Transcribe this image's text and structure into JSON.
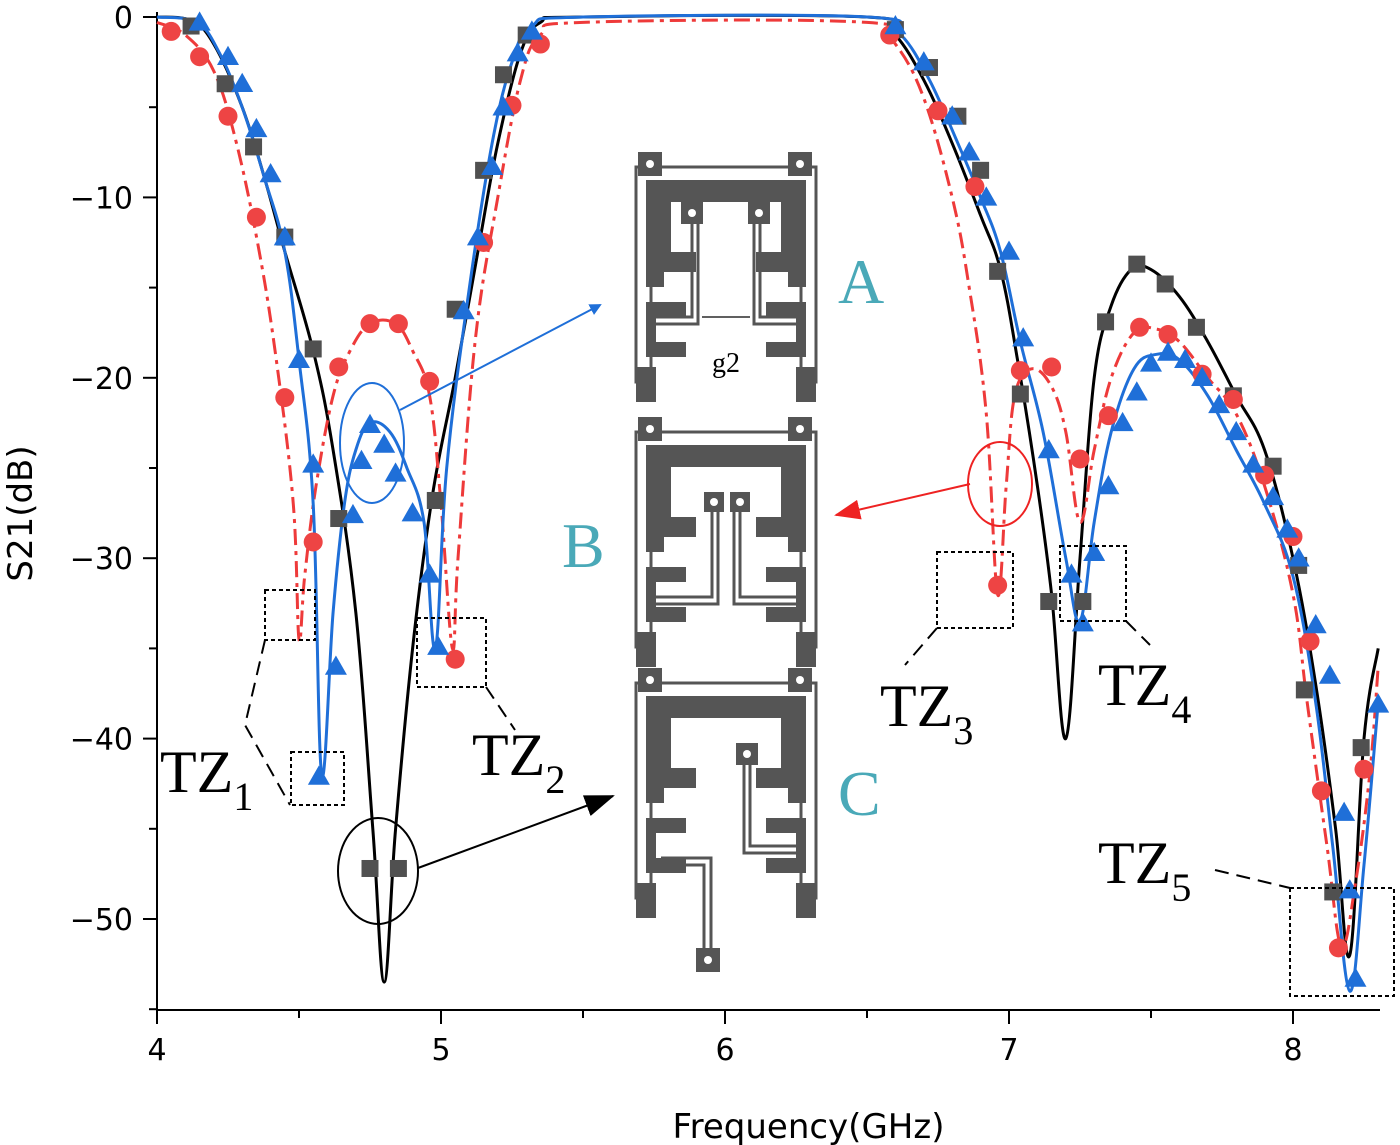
{
  "chart_data": {
    "type": "line",
    "xlabel": "Frequency(GHz)",
    "ylabel": "S21(dB)",
    "xlim": [
      4,
      8.3
    ],
    "ylim": [
      -55,
      0
    ],
    "xticks": [
      4,
      5,
      6,
      7,
      8
    ],
    "yticks": [
      0,
      -10,
      -20,
      -30,
      -40,
      -50
    ],
    "grid": false,
    "series": [
      {
        "color": "#000000",
        "marker": "square",
        "marker_color": "#505050",
        "line": "solid",
        "curve": [
          [
            4.0,
            0
          ],
          [
            4.12,
            -0.2
          ],
          [
            4.2,
            -1.5
          ],
          [
            4.3,
            -5
          ],
          [
            4.38,
            -9
          ],
          [
            4.45,
            -13
          ],
          [
            4.55,
            -18.5
          ],
          [
            4.62,
            -24
          ],
          [
            4.7,
            -33
          ],
          [
            4.76,
            -45
          ],
          [
            4.8,
            -53.5
          ],
          [
            4.84,
            -45
          ],
          [
            4.9,
            -35
          ],
          [
            4.97,
            -26.5
          ],
          [
            5.05,
            -20
          ],
          [
            5.13,
            -13
          ],
          [
            5.2,
            -7
          ],
          [
            5.28,
            -2
          ],
          [
            5.35,
            -0.3
          ],
          [
            5.5,
            0
          ],
          [
            6.5,
            0
          ],
          [
            6.6,
            -1
          ],
          [
            6.7,
            -3.5
          ],
          [
            6.8,
            -7
          ],
          [
            6.9,
            -11
          ],
          [
            6.97,
            -14
          ],
          [
            7.03,
            -19
          ],
          [
            7.1,
            -26
          ],
          [
            7.15,
            -32
          ],
          [
            7.2,
            -40
          ],
          [
            7.25,
            -30
          ],
          [
            7.3,
            -20
          ],
          [
            7.36,
            -16
          ],
          [
            7.43,
            -14
          ],
          [
            7.5,
            -14
          ],
          [
            7.6,
            -15.5
          ],
          [
            7.7,
            -18
          ],
          [
            7.8,
            -21
          ],
          [
            7.9,
            -24
          ],
          [
            8.0,
            -30
          ],
          [
            8.08,
            -37
          ],
          [
            8.15,
            -45
          ],
          [
            8.2,
            -52
          ],
          [
            8.25,
            -40
          ],
          [
            8.3,
            -35
          ]
        ],
        "points": [
          [
            4.12,
            -0.5
          ],
          [
            4.24,
            -3.7
          ],
          [
            4.34,
            -7.2
          ],
          [
            4.45,
            -12.2
          ],
          [
            4.55,
            -18.4
          ],
          [
            4.64,
            -27.8
          ],
          [
            4.75,
            -47.2
          ],
          [
            4.85,
            -47.2
          ],
          [
            4.98,
            -26.8
          ],
          [
            5.05,
            -16.2
          ],
          [
            5.15,
            -8.5
          ],
          [
            5.22,
            -3.2
          ],
          [
            5.3,
            -1.0
          ],
          [
            6.6,
            -0.7
          ],
          [
            6.72,
            -2.8
          ],
          [
            6.82,
            -5.5
          ],
          [
            6.9,
            -8.5
          ],
          [
            6.96,
            -14.1
          ],
          [
            7.04,
            -20.9
          ],
          [
            7.14,
            -32.4
          ],
          [
            7.26,
            -32.4
          ],
          [
            7.34,
            -16.9
          ],
          [
            7.45,
            -13.7
          ],
          [
            7.55,
            -14.8
          ],
          [
            7.66,
            -17.2
          ],
          [
            7.79,
            -21.0
          ],
          [
            7.93,
            -24.9
          ],
          [
            8.02,
            -30.4
          ],
          [
            8.04,
            -37.3
          ],
          [
            8.14,
            -48.5
          ],
          [
            8.24,
            -40.5
          ]
        ]
      },
      {
        "color": "#ee3a3a",
        "marker": "circle",
        "marker_color": "#ee4444",
        "line": "dashdot",
        "curve": [
          [
            4.0,
            -0.3
          ],
          [
            4.1,
            -1
          ],
          [
            4.2,
            -3
          ],
          [
            4.28,
            -7
          ],
          [
            4.36,
            -13
          ],
          [
            4.42,
            -19
          ],
          [
            4.48,
            -27
          ],
          [
            4.5,
            -34.5
          ],
          [
            4.52,
            -31
          ],
          [
            4.56,
            -26
          ],
          [
            4.62,
            -21
          ],
          [
            4.68,
            -18.5
          ],
          [
            4.75,
            -17
          ],
          [
            4.84,
            -17
          ],
          [
            4.9,
            -18.5
          ],
          [
            4.96,
            -21
          ],
          [
            5.0,
            -27
          ],
          [
            5.04,
            -35
          ],
          [
            5.06,
            -30
          ],
          [
            5.12,
            -18
          ],
          [
            5.2,
            -10
          ],
          [
            5.28,
            -3.5
          ],
          [
            5.35,
            -1
          ],
          [
            5.5,
            -0.3
          ],
          [
            6.5,
            -0.3
          ],
          [
            6.6,
            -1.5
          ],
          [
            6.7,
            -4.5
          ],
          [
            6.8,
            -10
          ],
          [
            6.86,
            -15
          ],
          [
            6.92,
            -22
          ],
          [
            6.96,
            -32
          ],
          [
            6.99,
            -26
          ],
          [
            7.02,
            -21
          ],
          [
            7.08,
            -19.5
          ],
          [
            7.15,
            -20.5
          ],
          [
            7.2,
            -23
          ],
          [
            7.25,
            -28
          ],
          [
            7.3,
            -24
          ],
          [
            7.36,
            -20
          ],
          [
            7.44,
            -17.5
          ],
          [
            7.52,
            -17.3
          ],
          [
            7.6,
            -18
          ],
          [
            7.7,
            -20
          ],
          [
            7.8,
            -22
          ],
          [
            7.9,
            -26
          ],
          [
            8.0,
            -32
          ],
          [
            8.05,
            -38
          ],
          [
            8.12,
            -46
          ],
          [
            8.17,
            -51.5
          ],
          [
            8.22,
            -48
          ],
          [
            8.27,
            -42
          ],
          [
            8.3,
            -36
          ]
        ],
        "points": [
          [
            4.05,
            -0.8
          ],
          [
            4.15,
            -2.2
          ],
          [
            4.25,
            -5.5
          ],
          [
            4.35,
            -11.1
          ],
          [
            4.45,
            -21.1
          ],
          [
            4.55,
            -29.1
          ],
          [
            4.64,
            -19.4
          ],
          [
            4.75,
            -17.0
          ],
          [
            4.85,
            -17.0
          ],
          [
            4.96,
            -20.2
          ],
          [
            5.05,
            -35.6
          ],
          [
            5.15,
            -12.5
          ],
          [
            5.25,
            -4.9
          ],
          [
            5.35,
            -1.5
          ],
          [
            6.58,
            -1.0
          ],
          [
            6.75,
            -5.2
          ],
          [
            6.88,
            -9.4
          ],
          [
            6.96,
            -31.5
          ],
          [
            7.04,
            -19.6
          ],
          [
            7.15,
            -19.4
          ],
          [
            7.25,
            -24.5
          ],
          [
            7.35,
            -22.1
          ],
          [
            7.46,
            -17.2
          ],
          [
            7.56,
            -17.6
          ],
          [
            7.68,
            -19.8
          ],
          [
            7.79,
            -21.2
          ],
          [
            7.9,
            -25.4
          ],
          [
            8.0,
            -28.8
          ],
          [
            8.06,
            -34.6
          ],
          [
            8.1,
            -42.9
          ],
          [
            8.16,
            -51.6
          ],
          [
            8.25,
            -41.7
          ]
        ]
      },
      {
        "color": "#1f6fd8",
        "marker": "triangle",
        "marker_color": "#1f6fd8",
        "line": "solid",
        "curve": [
          [
            4.0,
            0
          ],
          [
            4.14,
            -0.3
          ],
          [
            4.22,
            -2
          ],
          [
            4.3,
            -5
          ],
          [
            4.38,
            -9
          ],
          [
            4.45,
            -13
          ],
          [
            4.5,
            -19
          ],
          [
            4.55,
            -27
          ],
          [
            4.58,
            -42
          ],
          [
            4.62,
            -33
          ],
          [
            4.66,
            -27
          ],
          [
            4.7,
            -24
          ],
          [
            4.75,
            -22.5
          ],
          [
            4.82,
            -23
          ],
          [
            4.88,
            -25
          ],
          [
            4.94,
            -28
          ],
          [
            4.98,
            -35
          ],
          [
            5.02,
            -25
          ],
          [
            5.1,
            -15
          ],
          [
            5.18,
            -7
          ],
          [
            5.25,
            -2.5
          ],
          [
            5.32,
            -0.5
          ],
          [
            5.5,
            0
          ],
          [
            6.5,
            0
          ],
          [
            6.62,
            -1
          ],
          [
            6.72,
            -3.5
          ],
          [
            6.82,
            -7
          ],
          [
            6.9,
            -10
          ],
          [
            6.97,
            -13
          ],
          [
            7.04,
            -18
          ],
          [
            7.12,
            -23
          ],
          [
            7.2,
            -30
          ],
          [
            7.25,
            -33.5
          ],
          [
            7.3,
            -28
          ],
          [
            7.36,
            -23
          ],
          [
            7.44,
            -19.5
          ],
          [
            7.52,
            -18.7
          ],
          [
            7.6,
            -19
          ],
          [
            7.7,
            -21
          ],
          [
            7.8,
            -24
          ],
          [
            7.9,
            -27
          ],
          [
            8.0,
            -31
          ],
          [
            8.08,
            -38
          ],
          [
            8.14,
            -46
          ],
          [
            8.2,
            -54
          ],
          [
            8.25,
            -47
          ],
          [
            8.3,
            -38
          ]
        ],
        "points": [
          [
            4.15,
            -0.3
          ],
          [
            4.25,
            -2.2
          ],
          [
            4.3,
            -3.7
          ],
          [
            4.35,
            -6.2
          ],
          [
            4.4,
            -8.7
          ],
          [
            4.45,
            -12.2
          ],
          [
            4.5,
            -19
          ],
          [
            4.55,
            -24.8
          ],
          [
            4.57,
            -42.1
          ],
          [
            4.63,
            -36.0
          ],
          [
            4.69,
            -27.6
          ],
          [
            4.72,
            -24.6
          ],
          [
            4.75,
            -22.6
          ],
          [
            4.8,
            -23.7
          ],
          [
            4.84,
            -25.3
          ],
          [
            4.9,
            -27.5
          ],
          [
            4.96,
            -30.9
          ],
          [
            4.99,
            -34.9
          ],
          [
            5.08,
            -16.3
          ],
          [
            5.13,
            -12.2
          ],
          [
            5.18,
            -8.3
          ],
          [
            5.22,
            -5.0
          ],
          [
            5.27,
            -2.0
          ],
          [
            5.32,
            -0.8
          ],
          [
            6.6,
            -0.5
          ],
          [
            6.7,
            -2.5
          ],
          [
            6.8,
            -5.5
          ],
          [
            6.86,
            -7.5
          ],
          [
            6.92,
            -10
          ],
          [
            7.0,
            -13
          ],
          [
            7.05,
            -17.8
          ],
          [
            7.14,
            -24
          ],
          [
            7.22,
            -30.9
          ],
          [
            7.26,
            -33.6
          ],
          [
            7.3,
            -29.7
          ],
          [
            7.35,
            -26
          ],
          [
            7.4,
            -22.5
          ],
          [
            7.45,
            -20.8
          ],
          [
            7.5,
            -19.2
          ],
          [
            7.56,
            -18.6
          ],
          [
            7.62,
            -19.0
          ],
          [
            7.68,
            -20
          ],
          [
            7.74,
            -21.5
          ],
          [
            7.8,
            -23
          ],
          [
            7.86,
            -24.8
          ],
          [
            7.93,
            -26.6
          ],
          [
            7.98,
            -28.4
          ],
          [
            8.02,
            -30
          ],
          [
            8.08,
            -33.7
          ],
          [
            8.13,
            -36.5
          ],
          [
            8.18,
            -44.1
          ],
          [
            8.2,
            -48.4
          ],
          [
            8.22,
            -53.3
          ],
          [
            8.3,
            -38.1
          ]
        ]
      }
    ],
    "annotations": [
      {
        "base": "TZ",
        "sub": "1"
      },
      {
        "base": "TZ",
        "sub": "2"
      },
      {
        "base": "TZ",
        "sub": "3"
      },
      {
        "base": "TZ",
        "sub": "4"
      },
      {
        "base": "TZ",
        "sub": "5"
      }
    ],
    "insets": [
      {
        "letter": "A",
        "note": "g2"
      },
      {
        "letter": "B"
      },
      {
        "letter": "C"
      }
    ],
    "inset_letter_color": "#4aa9b8",
    "pcb_color": "#555555"
  }
}
